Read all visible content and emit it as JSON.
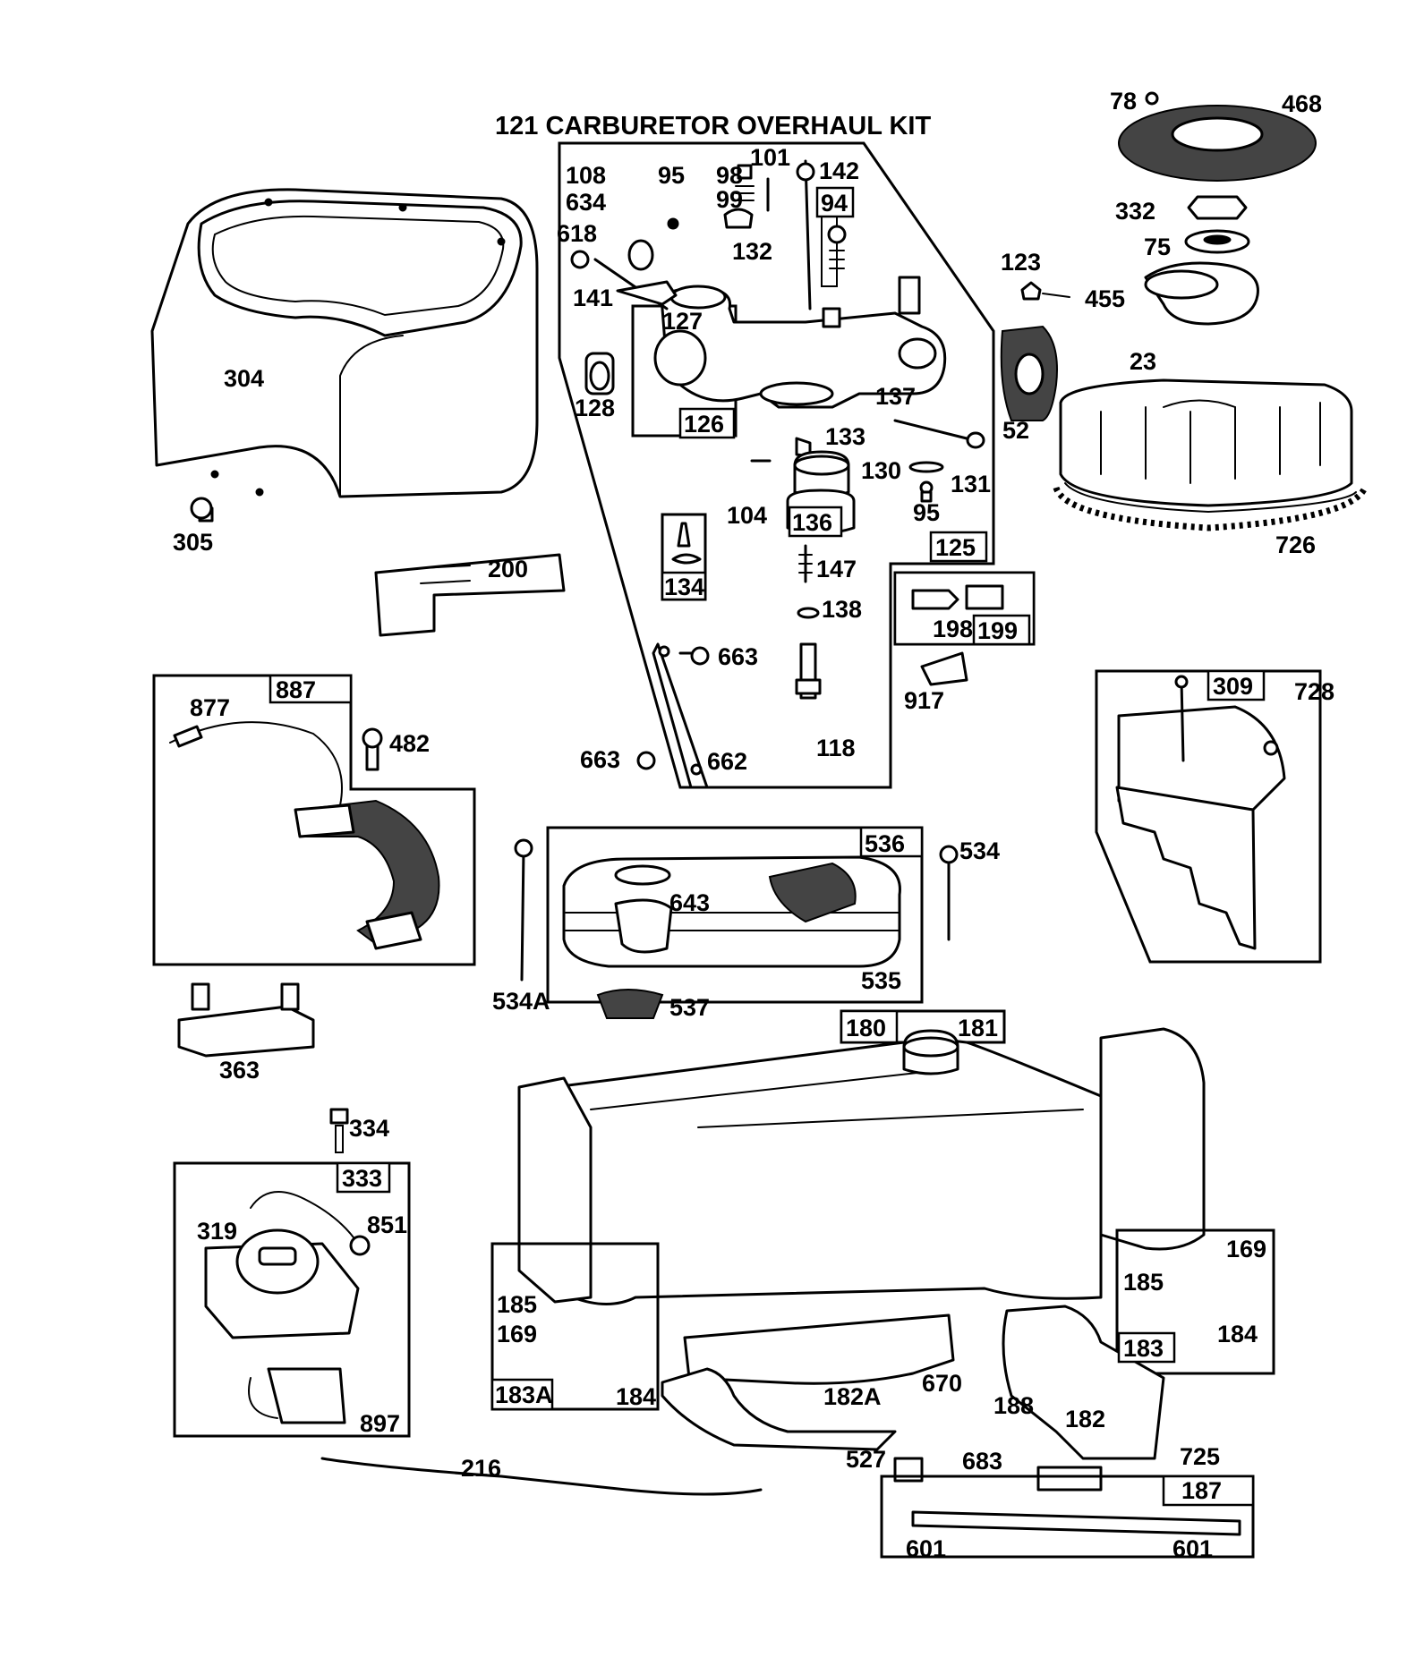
{
  "kit_title": "121 CARBURETOR OVERHAUL KIT",
  "labels": {
    "p304": "304",
    "p305": "305",
    "p200": "200",
    "p108": "108",
    "p634": "634",
    "p95a": "95",
    "p98": "98",
    "p99": "99",
    "p101": "101",
    "p142": "142",
    "p94": "94",
    "p618": "618",
    "p132": "132",
    "p141": "141",
    "p127": "127",
    "p128": "128",
    "p126": "126",
    "p137": "137",
    "p133": "133",
    "p130": "130",
    "p131": "131",
    "p95b": "95",
    "p104": "104",
    "p136": "136",
    "p125": "125",
    "p134": "134",
    "p147": "147",
    "p138": "138",
    "p663a": "663",
    "p663b": "663",
    "p662": "662",
    "p118": "118",
    "p123": "123",
    "p52": "52",
    "p78": "78",
    "p468": "468",
    "p332": "332",
    "p75": "75",
    "p455": "455",
    "p23": "23",
    "p726": "726",
    "p198": "198",
    "p199": "199",
    "p917": "917",
    "p887": "887",
    "p877": "877",
    "p482": "482",
    "p309": "309",
    "p728": "728",
    "p536": "536",
    "p534": "534",
    "p643": "643",
    "p535": "535",
    "p534a": "534A",
    "p537": "537",
    "p363": "363",
    "p334": "334",
    "p180": "180",
    "p181": "181",
    "p333": "333",
    "p319": "319",
    "p851": "851",
    "p897": "897",
    "p216": "216",
    "p185a": "185",
    "p169a": "169",
    "p183a": "183A",
    "p184a": "184",
    "p185b": "185",
    "p169b": "169",
    "p183": "183",
    "p184b": "184",
    "p182a": "182A",
    "p670": "670",
    "p188": "188",
    "p182": "182",
    "p527": "527",
    "p683": "683",
    "p725": "725",
    "p187": "187",
    "p601a": "601",
    "p601b": "601"
  }
}
